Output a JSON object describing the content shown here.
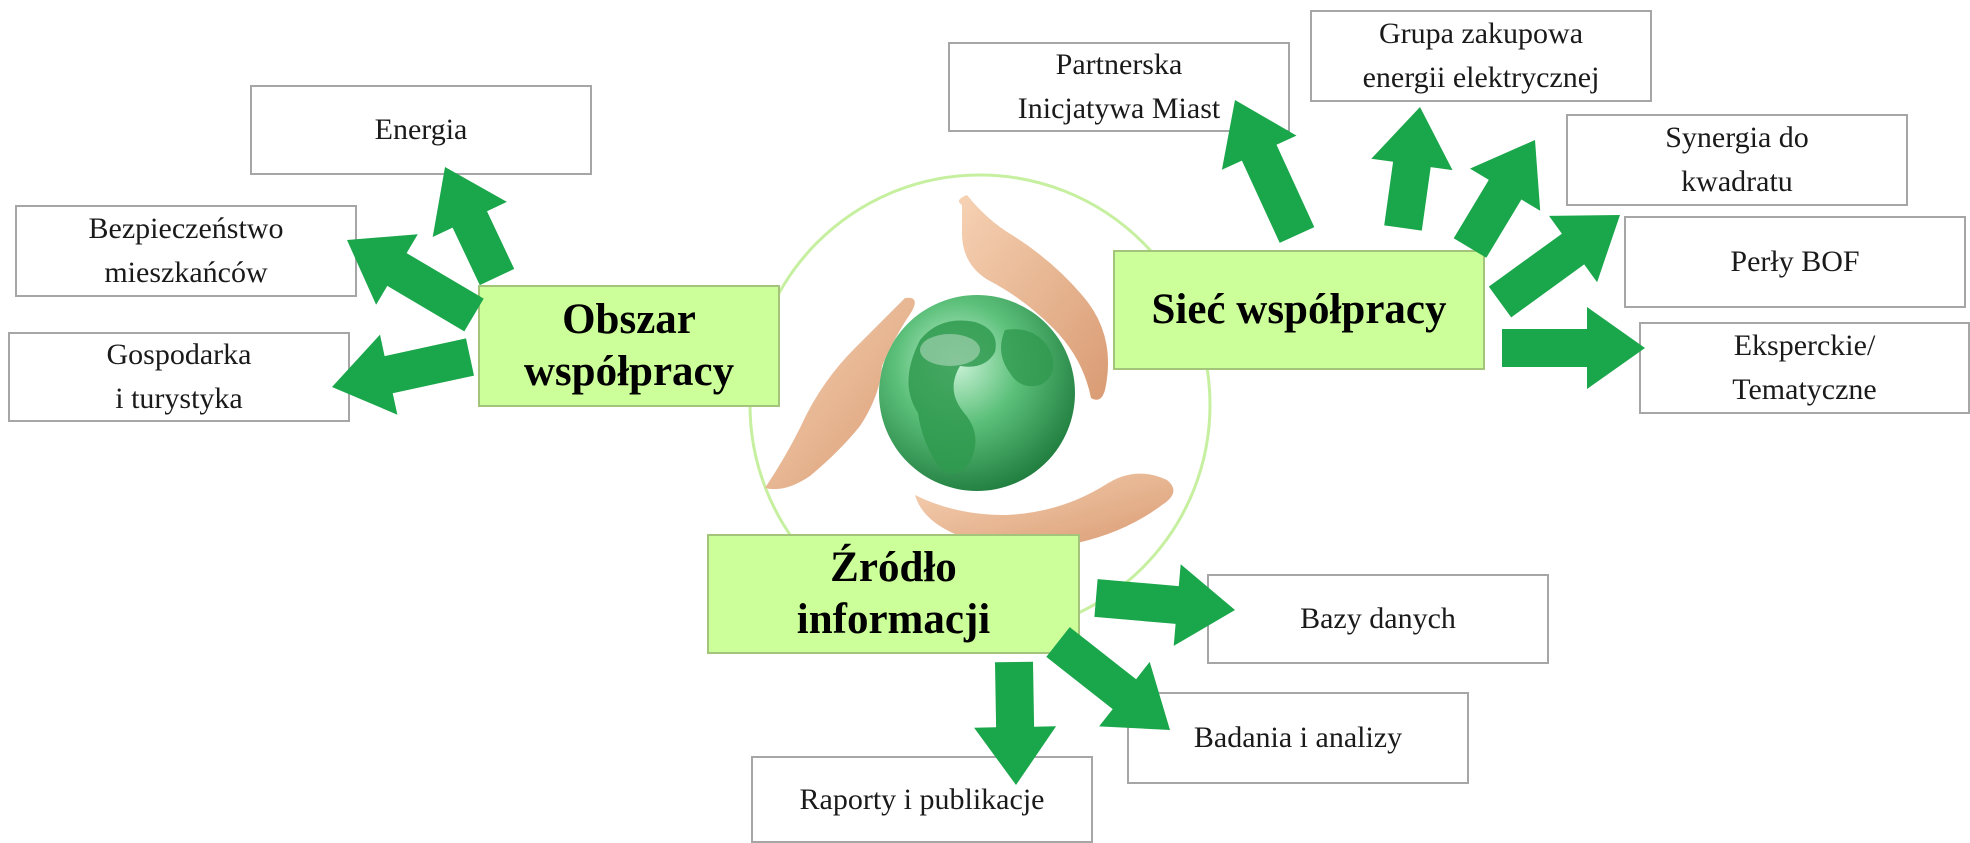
{
  "colors": {
    "arrow": "#1aa64a",
    "hub_fill": "#ccff99",
    "box_border": "#a6a6a6",
    "circle_outline": "#c6f0a0"
  },
  "center_image": {
    "icon": "globe-in-hands-icon"
  },
  "hubs": {
    "obszar": "Obszar\nwspółpracy",
    "siec": "Sieć współpracy",
    "zrodlo": "Źródło\ninformacji"
  },
  "obszar_targets": {
    "energia": "Energia",
    "bezpieczenstwo": "Bezpieczeństwo\nmieszkańców",
    "gospodarka": "Gospodarka\ni turystyka"
  },
  "siec_targets": {
    "partnerska": "Partnerska\nInicjatywa Miast",
    "grupa": "Grupa zakupowa\nenergii elektrycznej",
    "synergia": "Synergia do\nkwadratu",
    "perly": "Perły BOF",
    "eksperckie": "Eksperckie/\nTematyczne"
  },
  "zrodlo_targets": {
    "bazy": "Bazy danych",
    "badania": "Badania i analizy",
    "raporty": "Raporty i publikacje"
  }
}
